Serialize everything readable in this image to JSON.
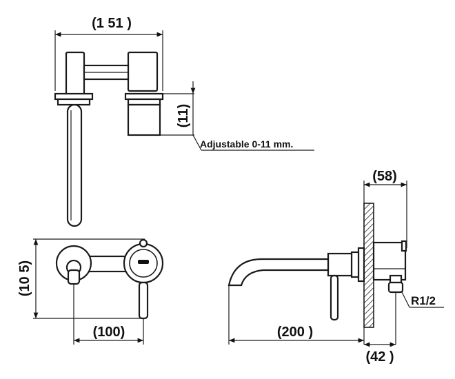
{
  "top_view": {
    "width_dim": "(1 51 )",
    "adjust_dim": "(11)",
    "adjust_note": "Adjustable 0-11 mm."
  },
  "front_view": {
    "height_dim": "(10 5)",
    "spacing_dim": "(100)"
  },
  "side_view": {
    "depth_dim": "(58)",
    "projection_dim": "(200 )",
    "wall_dim": "(42 )",
    "thread_label": "R1/2"
  }
}
